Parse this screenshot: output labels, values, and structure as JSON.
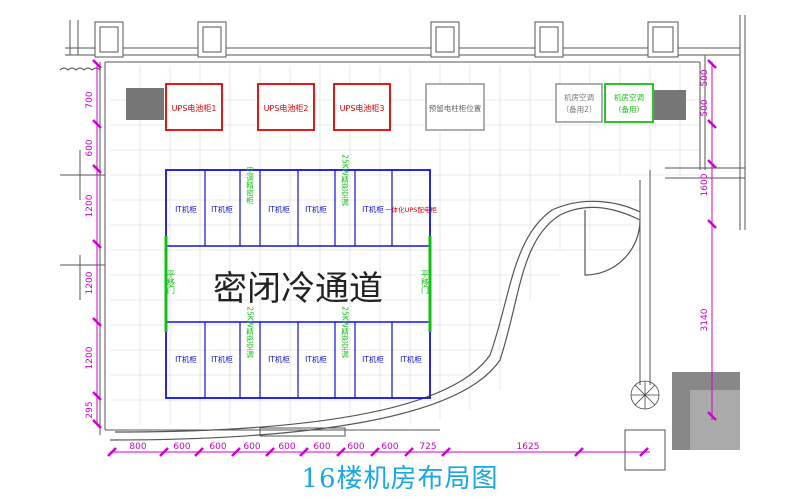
{
  "title": "16楼机房布局图",
  "aisle_label": "密闭冷通道",
  "ups_cabinets": [
    "UPS电池柜1",
    "UPS电池柜2",
    "UPS电池柜3"
  ],
  "reserved_cabinet": "预留电柱柜位置",
  "ac_units": [
    {
      "line1": "机房空调",
      "line2": "（备用2）"
    },
    {
      "line1": "机房空调",
      "line2": "（备用）"
    }
  ],
  "top_row": [
    "IT机柜",
    "IT机柜",
    "空调精密柜",
    "IT机柜",
    "IT机柜",
    "25KW精密空调",
    "IT机柜",
    "一体化UPS配电柜"
  ],
  "bottom_row": [
    "IT机柜",
    "IT机柜",
    "25KW精密空调",
    "IT机柜",
    "IT机柜",
    "25KW精密空调",
    "IT机柜",
    "IT机柜"
  ],
  "door_left": "平移门",
  "door_right": "平移门",
  "left_dims": [
    "700",
    "600",
    "1200",
    "1200",
    "1200",
    "295"
  ],
  "right_dims": [
    "500",
    "500",
    "1600",
    "3140"
  ],
  "bottom_dims": [
    "800",
    "600",
    "600",
    "600",
    "600",
    "600",
    "600",
    "600",
    "725",
    "1625"
  ],
  "colors": {
    "red": "#e00000",
    "blue": "#1010e0",
    "green": "#12c012",
    "magenta": "#d000d0",
    "grid": "#cfcfcf",
    "caption": "#1aa7e6"
  }
}
